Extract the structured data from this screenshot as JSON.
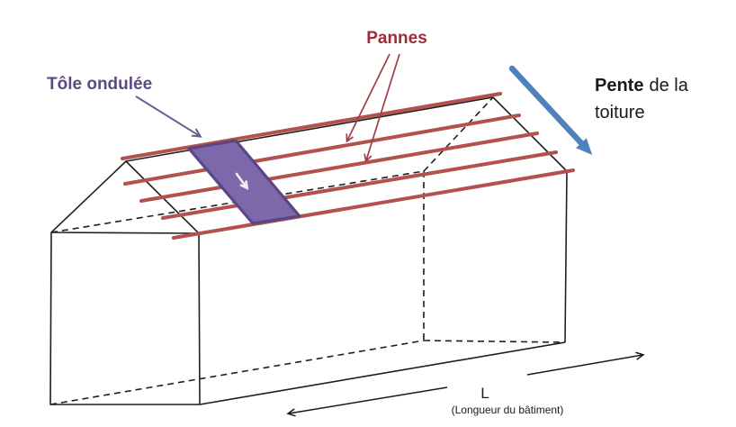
{
  "labels": {
    "pannes": "Pannes",
    "tole_ondulee": "Tôle ondulée",
    "pente_bold": "Pente",
    "pente_rest": "de la",
    "pente_line2": "toiture",
    "dimension": "L",
    "dimension_sub": "(Longueur du bâtiment)"
  },
  "colors": {
    "background": "#ffffff",
    "line": "#1f1f1f",
    "text": "#1a1a1a",
    "purlin": "#b1524e",
    "pannes_text": "#9a2b38",
    "pannes_arrow": "#a23c46",
    "tole_text": "#5e4981",
    "sheet_fill": "#7c68ab",
    "sheet_border": "#5a4781",
    "sheet_arrow": "#f2ecf5",
    "label_arrow": "#6b5f8f",
    "slope_arrow": "#4f81bd"
  },
  "icons": {
    "slope_direction_arrow": "thick-arrow-down-right",
    "sheet_direction_arrow": "small-arrow-down-right",
    "tole_pointer_arrow": "thin-arrow-down-right",
    "pannes_pointer_arrows": "thin-arrow-down-left-x2",
    "length_dimension_arrows": "thin-arrow-left-and-right"
  }
}
